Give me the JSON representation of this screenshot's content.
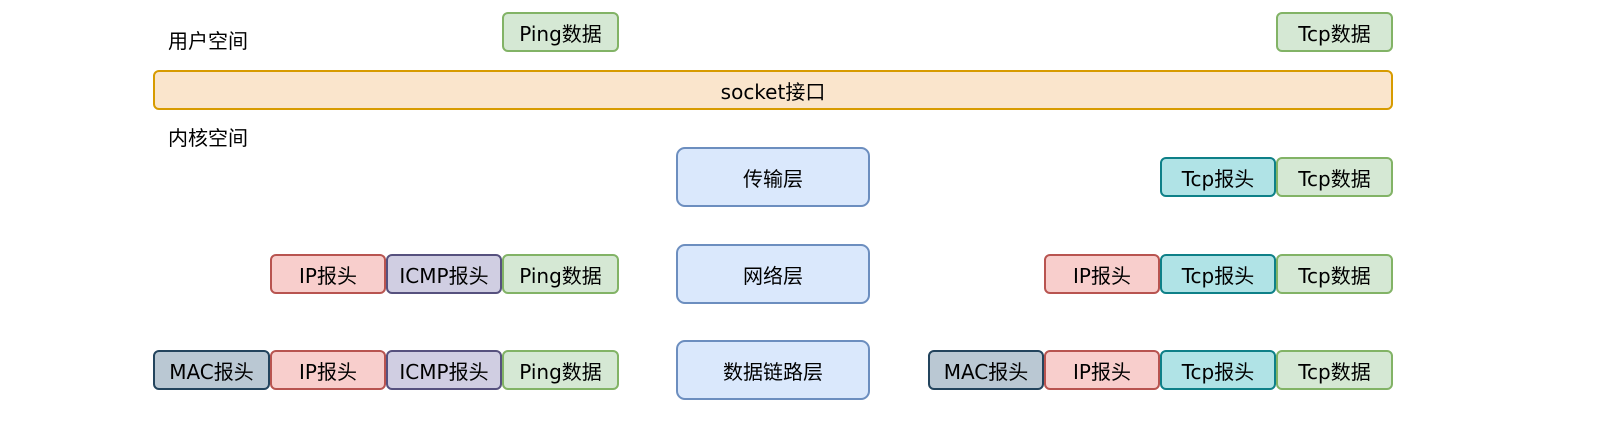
{
  "labels": {
    "user_space": "用户空间",
    "kernel_space": "内核空间"
  },
  "socket": "socket接口",
  "layers": {
    "transport": "传输层",
    "network": "网络层",
    "datalink": "数据链路层"
  },
  "ping": {
    "user": [
      "Ping数据"
    ],
    "network": [
      "IP报头",
      "ICMP报头",
      "Ping数据"
    ],
    "datalink": [
      "MAC报头",
      "IP报头",
      "ICMP报头",
      "Ping数据"
    ]
  },
  "tcp": {
    "user": [
      "Tcp数据"
    ],
    "transport": [
      "Tcp报头",
      "Tcp数据"
    ],
    "network": [
      "IP报头",
      "Tcp报头",
      "Tcp数据"
    ],
    "datalink": [
      "MAC报头",
      "IP报头",
      "Tcp报头",
      "Tcp数据"
    ]
  },
  "colors": {
    "data": "#d5e8d4",
    "ip_header": "#f8cecc",
    "icmp_header": "#d0cee2",
    "tcp_header": "#b0e3e6",
    "mac_header": "#bac8d3",
    "socket": "#fae5cc",
    "layer": "#dae8fc"
  }
}
